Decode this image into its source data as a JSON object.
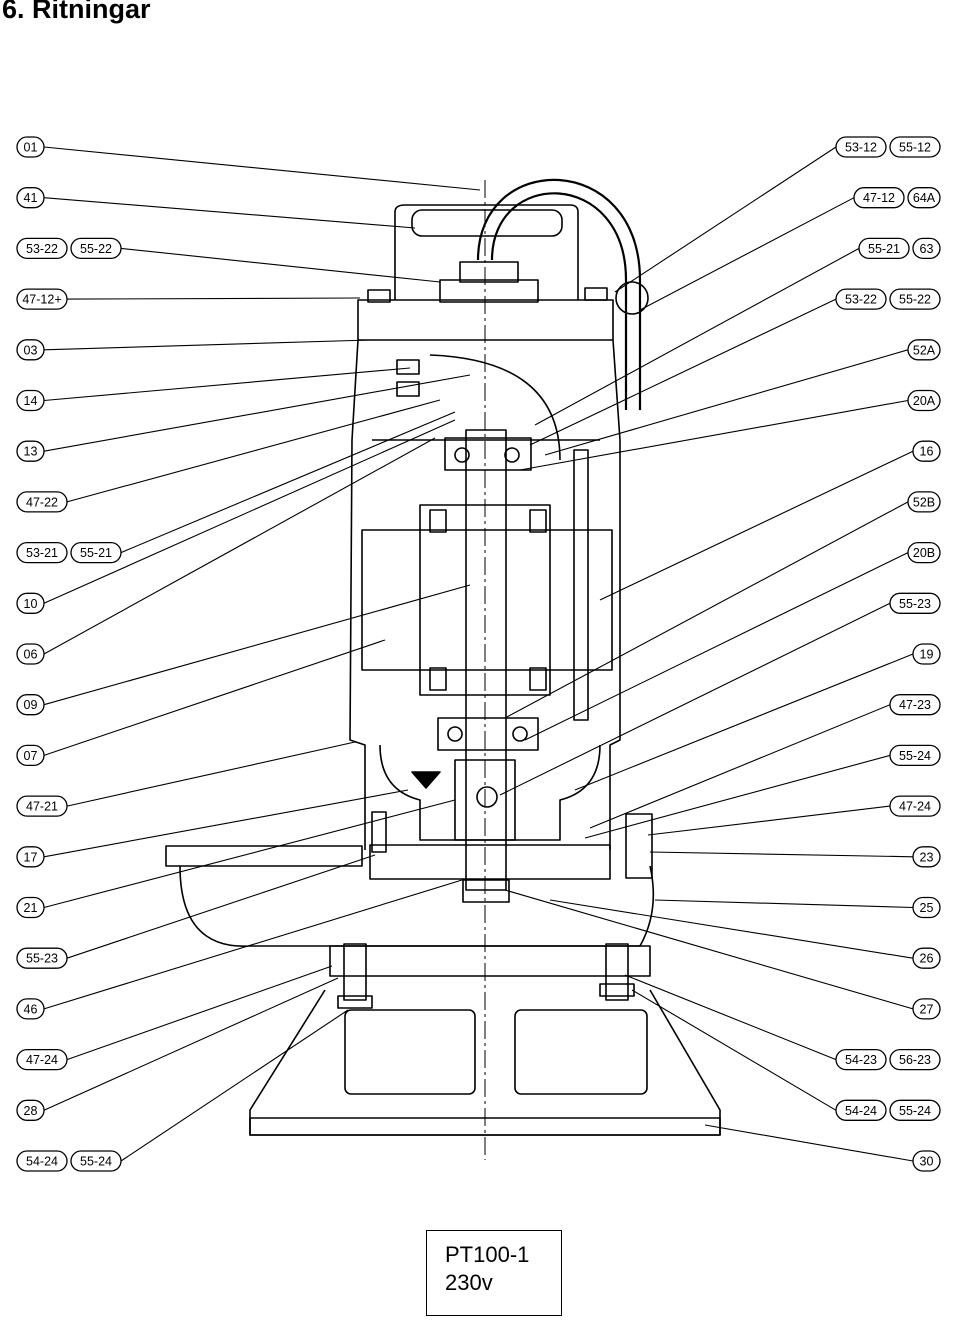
{
  "header": {
    "title": "6. Ritningar"
  },
  "title_block": {
    "model": "PT100-1",
    "voltage": "230v"
  },
  "callouts_left": [
    [
      "01"
    ],
    [
      "41"
    ],
    [
      "53-22",
      "55-22"
    ],
    [
      "47-12+"
    ],
    [
      "03"
    ],
    [
      "14"
    ],
    [
      "13"
    ],
    [
      "47-22"
    ],
    [
      "53-21",
      "55-21"
    ],
    [
      "10"
    ],
    [
      "06"
    ],
    [
      "09"
    ],
    [
      "07"
    ],
    [
      "47-21"
    ],
    [
      "17"
    ],
    [
      "21"
    ],
    [
      "55-23"
    ],
    [
      "46"
    ],
    [
      "47-24"
    ],
    [
      "28"
    ],
    [
      "54-24",
      "55-24"
    ]
  ],
  "callouts_right": [
    [
      "53-12",
      "55-12"
    ],
    [
      "47-12",
      "64A"
    ],
    [
      "55-21",
      "63"
    ],
    [
      "53-22",
      "55-22"
    ],
    [
      "52A"
    ],
    [
      "20A"
    ],
    [
      "16"
    ],
    [
      "52B"
    ],
    [
      "20B"
    ],
    [
      "55-23"
    ],
    [
      "19"
    ],
    [
      "47-23"
    ],
    [
      "55-24"
    ],
    [
      "47-24"
    ],
    [
      "23"
    ],
    [
      "25"
    ],
    [
      "26"
    ],
    [
      "27"
    ],
    [
      "54-23",
      "56-23"
    ],
    [
      "54-24",
      "55-24"
    ],
    [
      "30"
    ]
  ]
}
